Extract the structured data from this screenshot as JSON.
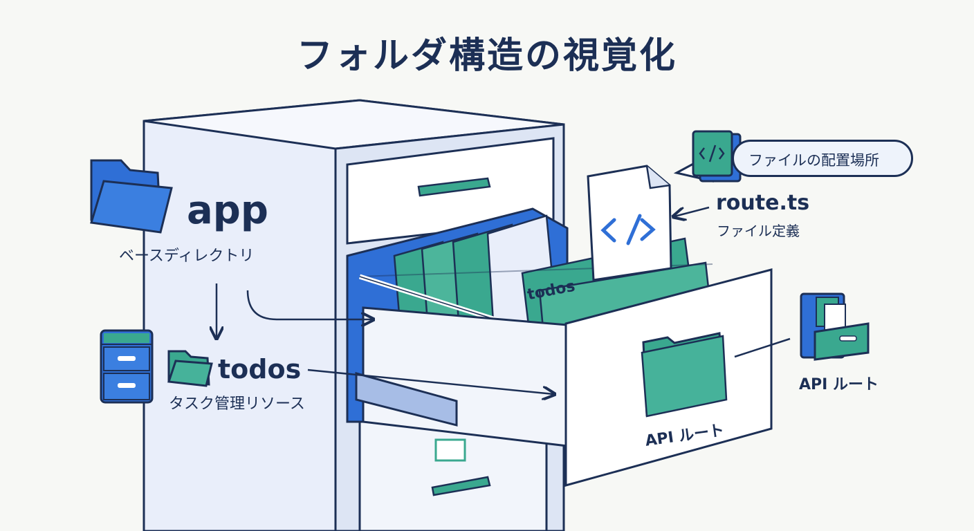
{
  "title": "フォルダ構造の視覚化",
  "labels": {
    "app_name": "app",
    "app_desc": "ベースディレクトリ",
    "todos_name": "todos",
    "todos_desc": "タスク管理リソース",
    "tab_label": "todos",
    "route_name": "route.ts",
    "route_desc": "ファイル定義",
    "callout": "ファイルの配置場所",
    "api_front": "API ルート",
    "api_right": "API ルート"
  },
  "icons": [
    "folder-icon",
    "cabinet-icon",
    "code-file-icon",
    "open-cabinet-icon"
  ],
  "colors": {
    "navy": "#1c2f55",
    "blue": "#2f6fd6",
    "teal": "#3aa88f",
    "light_blue": "#e8eef9",
    "white": "#ffffff"
  }
}
